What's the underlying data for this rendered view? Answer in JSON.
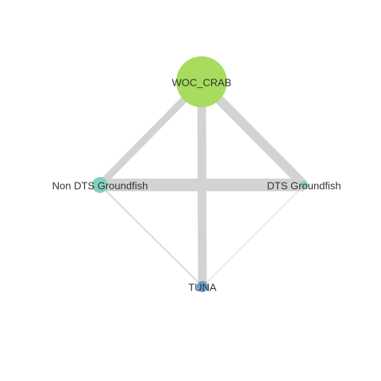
{
  "diagram": {
    "type": "network",
    "edge_color": "#d3d3d3",
    "nodes": [
      {
        "id": "woc_crab",
        "label": "WOC_CRAB",
        "color": "#a8dc5e"
      },
      {
        "id": "non_dts",
        "label": "Non DTS Groundfish",
        "color": "#86cfc0"
      },
      {
        "id": "dts",
        "label": "DTS Groundfish",
        "color": "#86cfc0"
      },
      {
        "id": "tuna",
        "label": "TUNA",
        "color": "#6a9ccc"
      }
    ],
    "edges": [
      {
        "source": "woc_crab",
        "target": "non_dts"
      },
      {
        "source": "woc_crab",
        "target": "dts"
      },
      {
        "source": "woc_crab",
        "target": "tuna"
      },
      {
        "source": "non_dts",
        "target": "dts"
      },
      {
        "source": "non_dts",
        "target": "tuna"
      },
      {
        "source": "dts",
        "target": "tuna"
      }
    ]
  }
}
